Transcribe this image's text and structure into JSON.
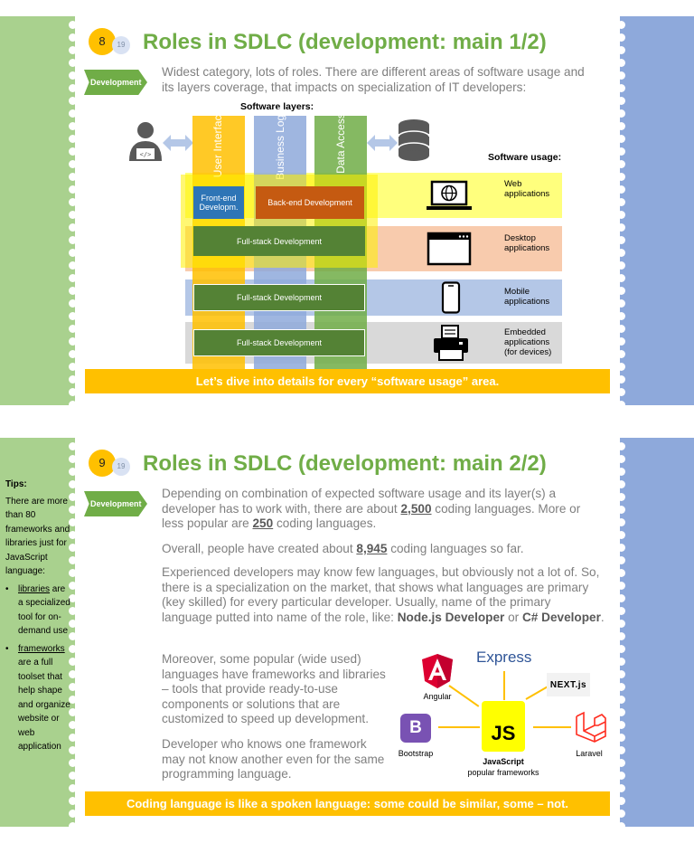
{
  "slide1": {
    "number": "8",
    "total": "19",
    "title": "Roles in SDLC (development: main 1/2)",
    "tag": "Development",
    "intro": "Widest category, lots of roles. There are different areas of software usage and its layers coverage, that impacts on specialization of IT developers:",
    "layers_title": "Software layers:",
    "layers": [
      "User Interface",
      "Business Logic",
      "Data Access"
    ],
    "usage_title": "Software usage:",
    "usages": [
      "Web applications",
      "Desktop applications",
      "Mobile applications",
      "Embedded applications (for devices)"
    ],
    "dev_frontend": "Front-end Developm.",
    "dev_backend": "Back-end Development",
    "dev_fullstack": "Full-stack Development",
    "banner": "Let’s dive into details for every “software usage” area.",
    "colors": {
      "yellow": "#ffc000",
      "blue": "#8ea9db",
      "green": "#70ad47",
      "orange": "#c55a11"
    }
  },
  "slide2": {
    "number": "9",
    "total": "19",
    "title": "Roles in SDLC (development: main 2/2)",
    "tag": "Development",
    "p1_a": "Depending on combination of expected software usage and its layer(s) a developer has to work with, there are about ",
    "p1_b": "2,500",
    "p1_c": " coding languages. More or less popular are ",
    "p1_d": "250",
    "p1_e": " coding languages.",
    "p2_a": "Overall, people have created about ",
    "p2_b": "8,945",
    "p2_c": " coding languages so far.",
    "p3_a": "Experienced developers may know few languages, but obviously not a lot of. So, there is a specialization on the market, that shows what languages are primary (key skilled) for every particular developer. Usually, name of the primary language putted into name of the role, like: ",
    "p3_b": "Node.js Developer",
    "p3_c": " or ",
    "p3_d": "C# Developer",
    "p3_e": ".",
    "p4": "Moreover, some popular (wide used) languages have frameworks and libraries – tools that provide ready-to-use components or solutions that are customized to speed up development.",
    "p5": "Developer who knows one framework may not know another even for the same programming language.",
    "tips_title": "Tips:",
    "tips_intro": "There are more than 80 frameworks and libraries just for JavaScript language:",
    "tips_items": [
      {
        "term": "libraries",
        "rest": " are a specialized tool for on-demand use"
      },
      {
        "term": "frameworks",
        "rest": " are a full toolset that help shape and organize website or web application"
      }
    ],
    "frameworks": {
      "center": "JS",
      "center_label_1": "JavaScript",
      "center_label_2": "popular frameworks",
      "angular": "Angular",
      "express": "Express",
      "next": "NEXT.js",
      "bootstrap": "Bootstrap",
      "laravel": "Laravel"
    },
    "banner": "Coding language is like a spoken language: some could be similar, some – not."
  }
}
